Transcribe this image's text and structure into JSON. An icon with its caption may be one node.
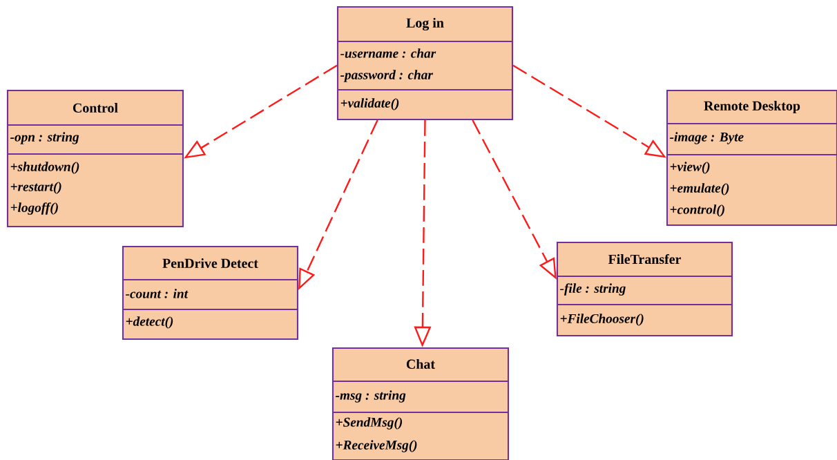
{
  "diagram": {
    "nodes": [
      {
        "text": [
          "Log in",
          "-username : char",
          "-password : char",
          "+validate()"
        ]
      },
      {
        "text": [
          "Control",
          "-opn : string",
          "+shutdown()",
          "+restart()",
          "+logoff()"
        ]
      },
      {
        "text": [
          "Remote Desktop",
          "-image : Byte",
          "+view()",
          "+emulate()",
          "+control()"
        ]
      },
      {
        "text": [
          "PenDrive Detect",
          "-count : int",
          "+detect()"
        ]
      },
      {
        "text": [
          "FileTransfer",
          "-file : string",
          "+FileChooser()"
        ]
      },
      {
        "text": [
          "Chat",
          "-msg : string",
          "+SendMsg()",
          "+ReceiveMsg()"
        ]
      }
    ],
    "edges": [
      {
        "from": 0,
        "to": 1,
        "arrow": "to",
        "style": "dashed"
      },
      {
        "from": 0,
        "to": 2,
        "arrow": "to",
        "style": "dashed"
      },
      {
        "from": 0,
        "to": 3,
        "arrow": "to",
        "style": "dashed"
      },
      {
        "from": 0,
        "to": 5,
        "arrow": "to",
        "style": "dashed"
      },
      {
        "from": 0,
        "to": 4,
        "arrow": "to",
        "style": "dashed"
      }
    ]
  }
}
